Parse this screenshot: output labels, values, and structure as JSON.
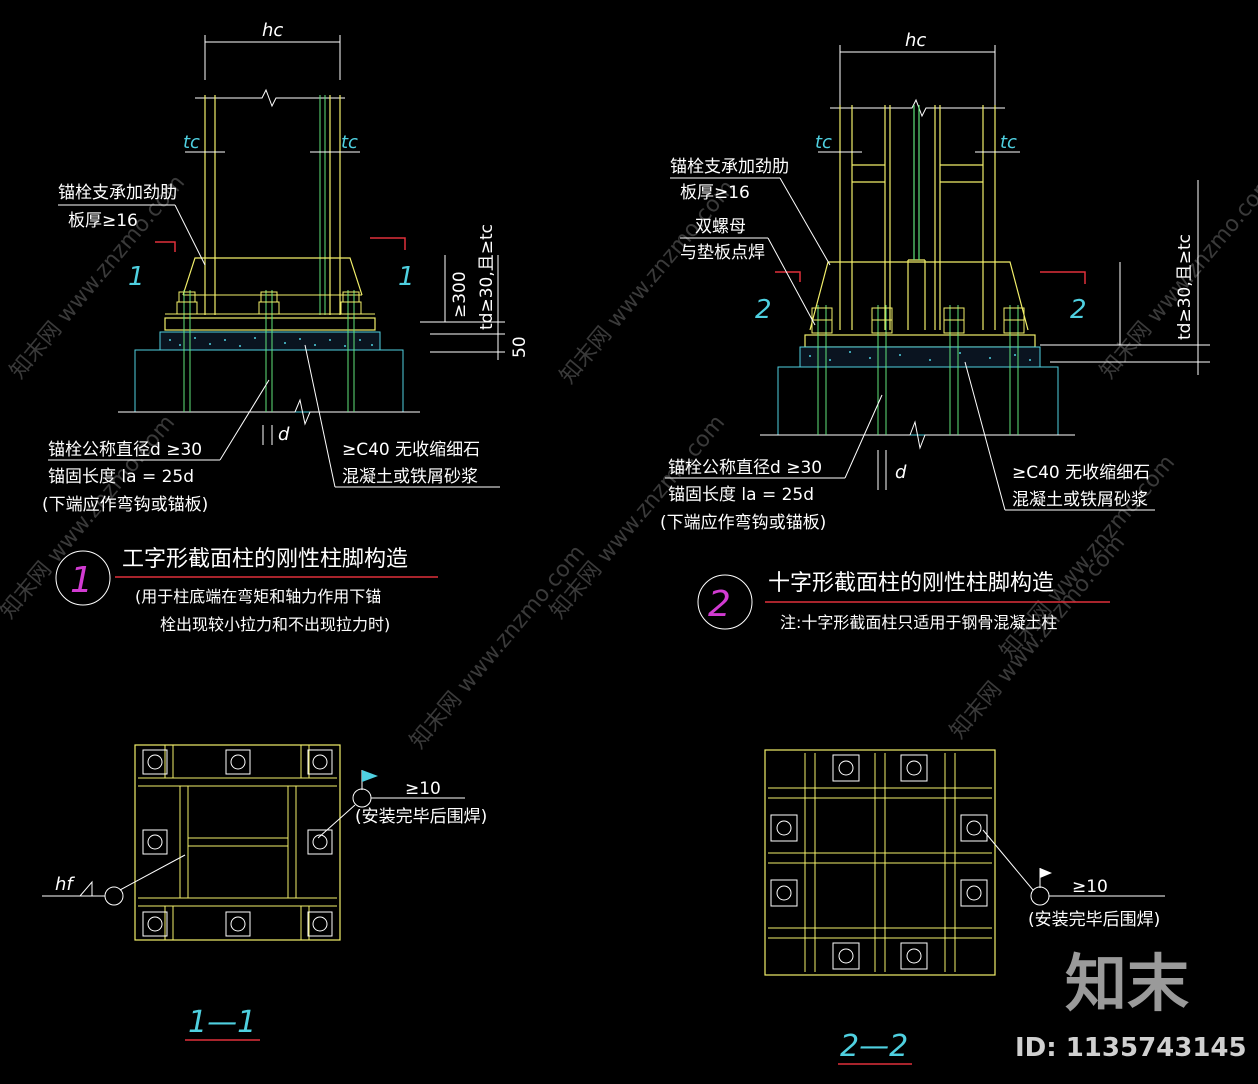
{
  "detail1": {
    "hc": "hc",
    "tc_left": "tc",
    "tc_right": "tc",
    "section_mark_l": "1",
    "section_mark_r": "1",
    "rib_label_1": "锚栓支承加劲肋",
    "rib_label_2": "板厚≥16",
    "dim_300": "≥300",
    "dim_td": "td≥30,且≥tc",
    "dim_50": "50",
    "d_label": "d",
    "bolt_label_1": "锚栓公称直径d ≥30",
    "bolt_label_2": "锚固长度 la = 25d",
    "bolt_label_3": "(下端应作弯钩或锚板)",
    "grout_1": "≥C40 无收缩细石",
    "grout_2": "混凝土或铁屑砂浆",
    "num": "1",
    "title": "工字形截面柱的刚性柱脚构造",
    "note_1": "(用于柱底端在弯矩和轴力作用下锚",
    "note_2": "栓出现较小拉力和不出现拉力时)"
  },
  "detail2": {
    "hc": "hc",
    "tc_left": "tc",
    "tc_right": "tc",
    "section_mark_l": "2",
    "section_mark_r": "2",
    "rib_label_1": "锚栓支承加劲肋",
    "rib_label_2": "板厚≥16",
    "nut_label_1": "双螺母",
    "nut_label_2": "与垫板点焊",
    "dim_td": "td≥30,且≥tc",
    "d_label": "d",
    "bolt_label_1": "锚栓公称直径d ≥30",
    "bolt_label_2": "锚固长度 la = 25d",
    "bolt_label_3": "(下端应作弯钩或锚板)",
    "grout_1": "≥C40 无收缩细石",
    "grout_2": "混凝土或铁屑砂浆",
    "num": "2",
    "title": "十字形截面柱的刚性柱脚构造",
    "note_1": "注:十字形截面柱只适用于钢骨混凝土柱"
  },
  "section1": {
    "weld_1": "≥10",
    "weld_2": "(安装完毕后围焊)",
    "hf": "hf",
    "label": "1—1"
  },
  "section2": {
    "weld_1": "≥10",
    "weld_2": "(安装完毕后围焊)",
    "label": "2—2"
  },
  "watermark": {
    "site": "知末网 www.znzmo.com",
    "brand": "知末",
    "id": "ID: 1135743145"
  },
  "colors": {
    "background": "#000000",
    "lines_white": "#ffffff",
    "yellow": "#f2ef6a",
    "green": "#5fe37a",
    "cyan": "#4fd0e0",
    "red": "#e0303a",
    "magenta": "#d23bd2"
  }
}
